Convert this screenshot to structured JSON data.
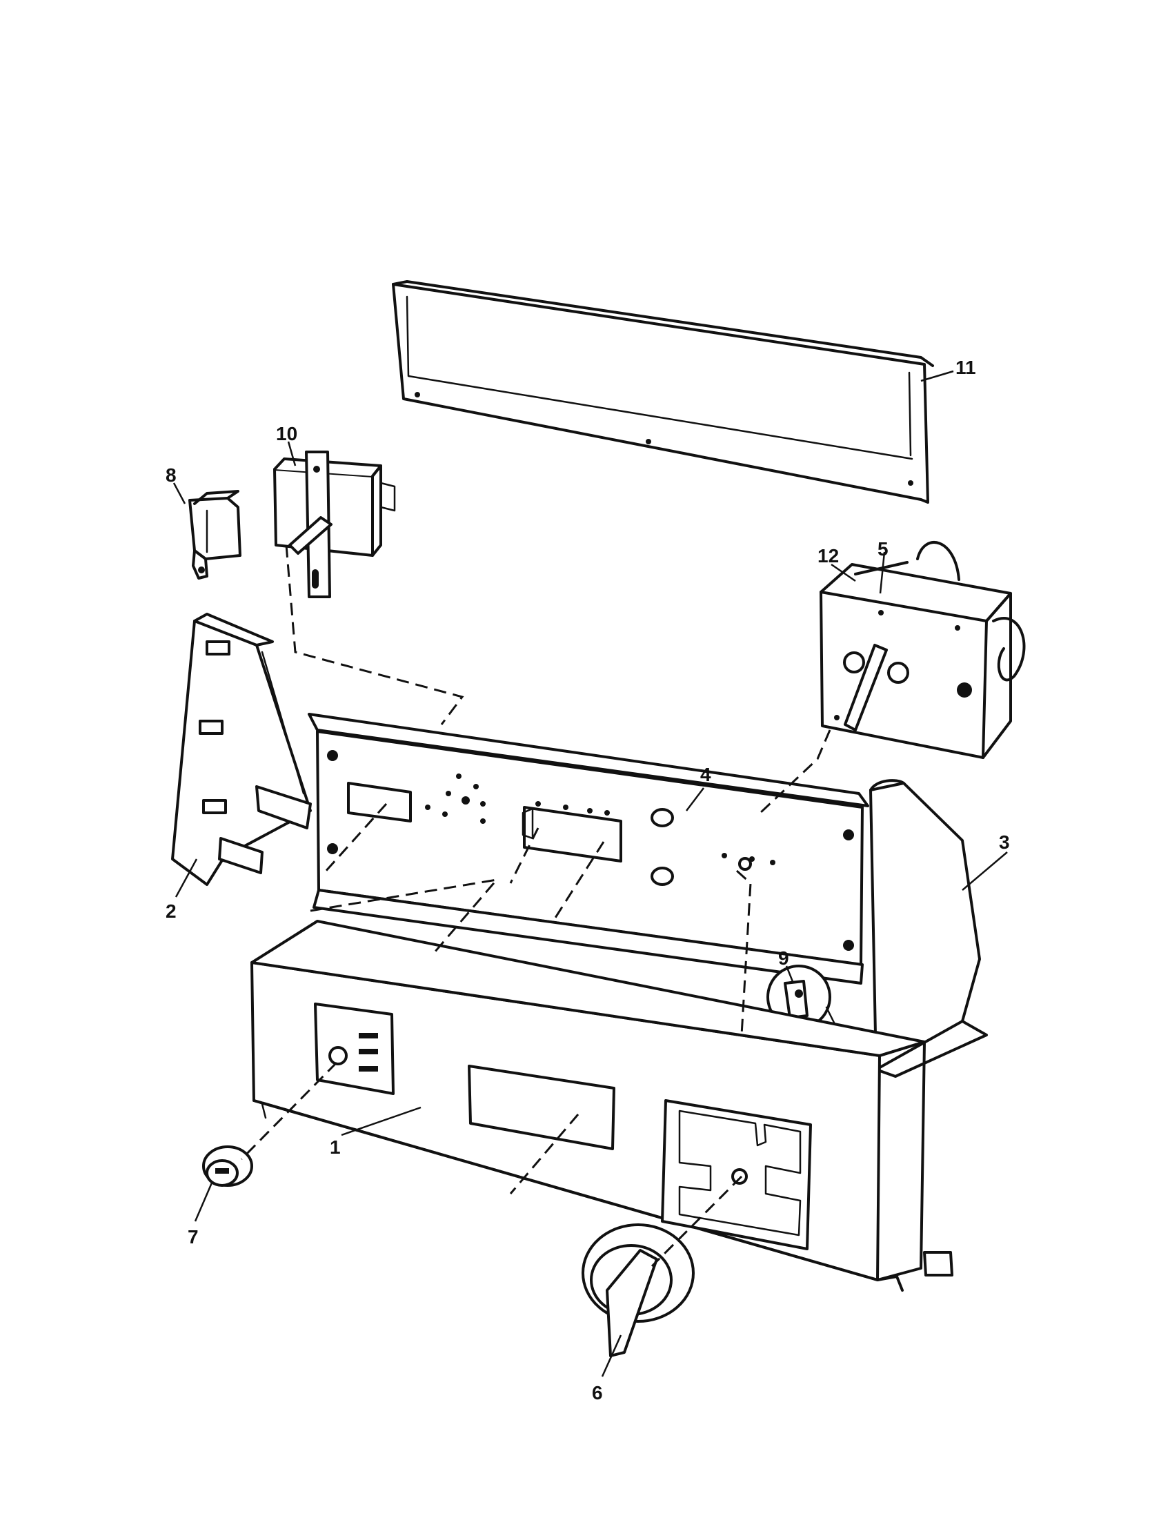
{
  "callouts": [
    {
      "id": "1",
      "label": "1",
      "part": "control-panel-front"
    },
    {
      "id": "2",
      "label": "2",
      "part": "left-end-cap"
    },
    {
      "id": "3",
      "label": "3",
      "part": "right-end-cap"
    },
    {
      "id": "4",
      "label": "4",
      "part": "mounting-bracket-panel"
    },
    {
      "id": "5",
      "label": "5",
      "part": "timer-assembly"
    },
    {
      "id": "6",
      "label": "6",
      "part": "timer-knob"
    },
    {
      "id": "7",
      "label": "7",
      "part": "switch-knob"
    },
    {
      "id": "8",
      "label": "8",
      "part": "relay"
    },
    {
      "id": "9",
      "label": "9",
      "part": "clip"
    },
    {
      "id": "10",
      "label": "10",
      "part": "switch-assembly"
    },
    {
      "id": "11",
      "label": "11",
      "part": "rear-cover"
    },
    {
      "id": "12",
      "label": "12",
      "part": "timer-wire"
    }
  ]
}
